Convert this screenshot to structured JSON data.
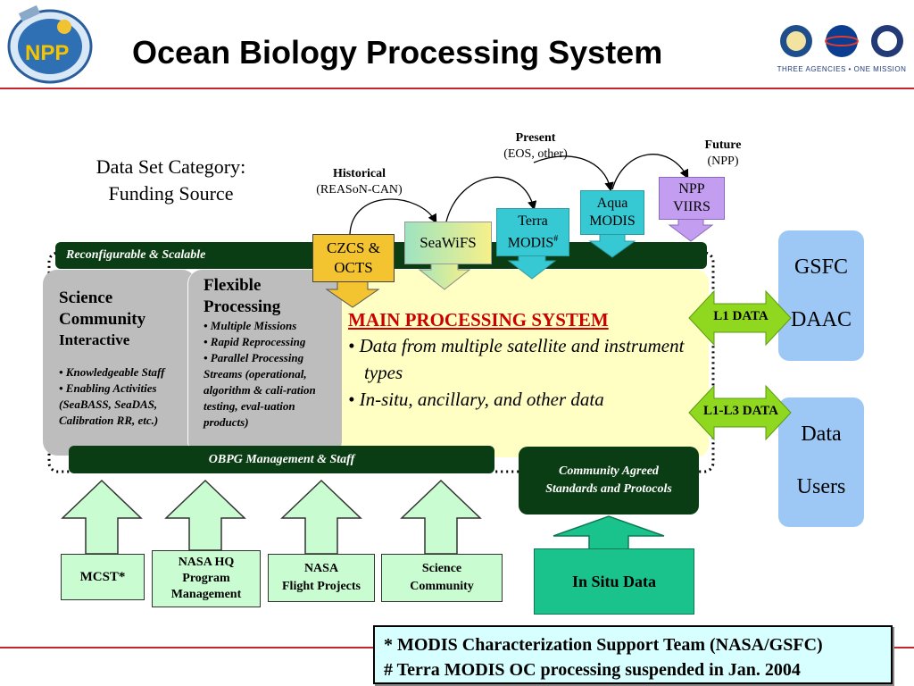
{
  "header": {
    "title": "Ocean Biology Processing System",
    "left_logo_text": "NPP",
    "right_logo_caption": "THREE AGENCIES • ONE MISSION"
  },
  "category_label": [
    "Data Set Category:",
    "Funding Source"
  ],
  "timeline": {
    "historical": {
      "title": "Historical",
      "sub": "(REASoN-CAN)"
    },
    "present": {
      "title": "Present",
      "sub": "(EOS, other)"
    },
    "future": {
      "title": "Future",
      "sub": "(NPP)"
    }
  },
  "missions": {
    "czcs": [
      "CZCS &",
      "OCTS"
    ],
    "seawifs": "SeaWiFS",
    "terra": [
      "Terra",
      "MODIS",
      "#"
    ],
    "aqua": [
      "Aqua",
      "MODIS"
    ],
    "npp": [
      "NPP",
      "VIIRS"
    ]
  },
  "bars": {
    "top": "Reconfigurable & Scalable",
    "bottom": "OBPG  Management & Staff"
  },
  "science_panel": {
    "title": [
      "Science",
      "Community"
    ],
    "subtitle": "Interactive",
    "items": [
      "• Knowledgeable Staff",
      "• Enabling Activities (SeaBASS, SeaDAS, Calibration RR, etc.)"
    ]
  },
  "flexible_panel": {
    "title": [
      "Flexible",
      "Processing"
    ],
    "items": [
      "• Multiple Missions",
      "• Rapid Reprocessing",
      "• Parallel Processing Streams (operational, algorithm & cali-ration testing, eval-uation products)"
    ]
  },
  "main_panel": {
    "title": "MAIN PROCESSING SYSTEM",
    "items": [
      "Data from multiple satellite and instrument types",
      "In-situ, ancillary, and other data"
    ]
  },
  "right_side": {
    "gsfc": "GSFC",
    "daac": "DAAC",
    "data": "Data",
    "users": "Users",
    "l1": "L1 DATA",
    "l1l3": "L1-L3 DATA"
  },
  "community_box": [
    "Community Agreed",
    "Standards and Protocols"
  ],
  "sources": {
    "mcst": "MCST*",
    "nasa_hq": [
      "NASA HQ",
      "Program",
      "Management"
    ],
    "nasa_fp": [
      "NASA",
      "Flight Projects"
    ],
    "science": [
      "Science",
      "Community"
    ],
    "insitu": "In Situ Data"
  },
  "footnotes": [
    "* MODIS Characterization Support Team (NASA/GSFC)",
    "# Terra MODIS OC processing suspended in Jan. 2004"
  ],
  "colors": {
    "dark_green": "#0b3d14",
    "main_yellow": "#ffffc4",
    "panel_gray": "#bdbdbd",
    "daac_blue": "#9dc8f6",
    "green_arrow": "#8fd81f",
    "source_green": "#c9fcd0",
    "insitu_teal": "#19c38b",
    "footnote_bg": "#d8ffff",
    "title_red": "#cc0000"
  }
}
